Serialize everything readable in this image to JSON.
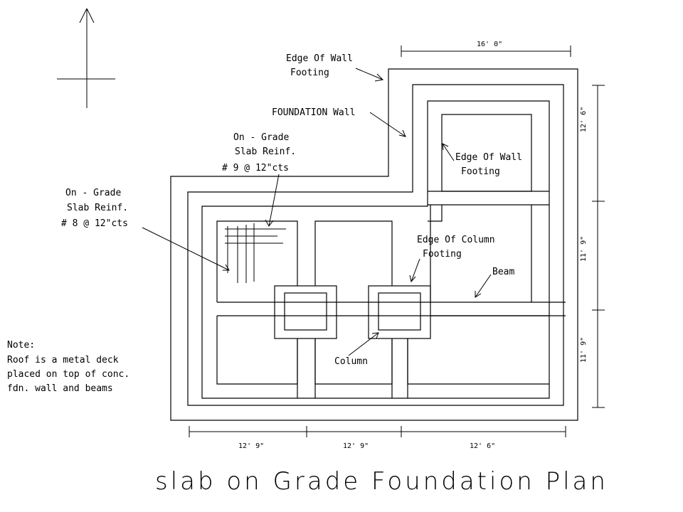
{
  "labels": {
    "edge_wall_footing_top": [
      "Edge Of Wall",
      "Footing"
    ],
    "foundation_wall": "FOUNDATION Wall",
    "slab_reinf_9": [
      "On - Grade",
      "Slab Reinf.",
      "# 9 @ 12\"cts"
    ],
    "slab_reinf_8": [
      "On - Grade",
      "Slab Reinf.",
      "# 8 @ 12\"cts"
    ],
    "edge_wall_footing_inner": [
      "Edge Of Wall",
      "Footing"
    ],
    "edge_column_footing": [
      "Edge Of Column",
      "Footing"
    ],
    "beam": "Beam",
    "column": "Column",
    "note": [
      "Note:",
      "Roof is a metal deck",
      "placed on top of conc.",
      "fdn. wall and beams"
    ]
  },
  "dimensions": {
    "top": "16' 0\"",
    "right": [
      "12' 6\"",
      "11' 9\"",
      "11' 9\""
    ],
    "bottom": [
      "12' 9\"",
      "12' 9\"",
      "12' 6\""
    ]
  },
  "title": "slab on Grade Foundation Plan"
}
